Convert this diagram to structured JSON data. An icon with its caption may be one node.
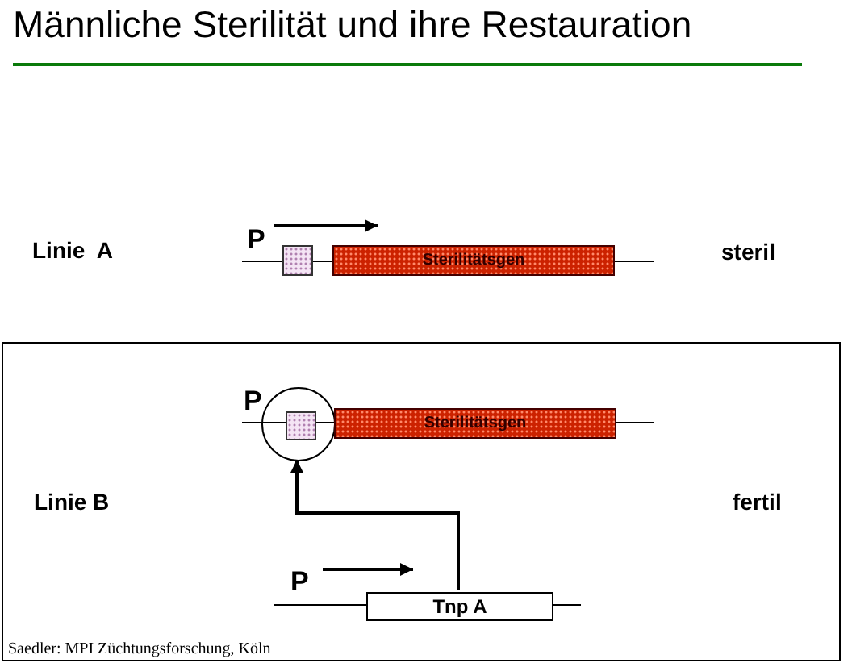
{
  "diagram": {
    "title": "Männliche Sterilität und ihre Restauration",
    "nodes": [
      {
        "text": [],
        "shape": "box"
      },
      {
        "text": [
          "Sterilitätsgen"
        ]
      },
      {
        "text": [
          "Linie B",
          "fertil",
          "Saedler: MPI Züchtungsforschung, Köln"
        ]
      },
      {
        "text": [],
        "shape": "circle",
        "in": 2
      },
      {
        "text": [],
        "shape": "box",
        "in": 3
      },
      {
        "text": [
          "Sterilitätsgen"
        ],
        "in": 2
      },
      {
        "text": [
          "Tnp A"
        ],
        "in": 2
      }
    ],
    "edges": [
      {
        "from": 6,
        "to": 3,
        "arrow": "to"
      }
    ],
    "labels": [
      "Linie  A",
      "P",
      "steril",
      "P",
      "P"
    ]
  }
}
